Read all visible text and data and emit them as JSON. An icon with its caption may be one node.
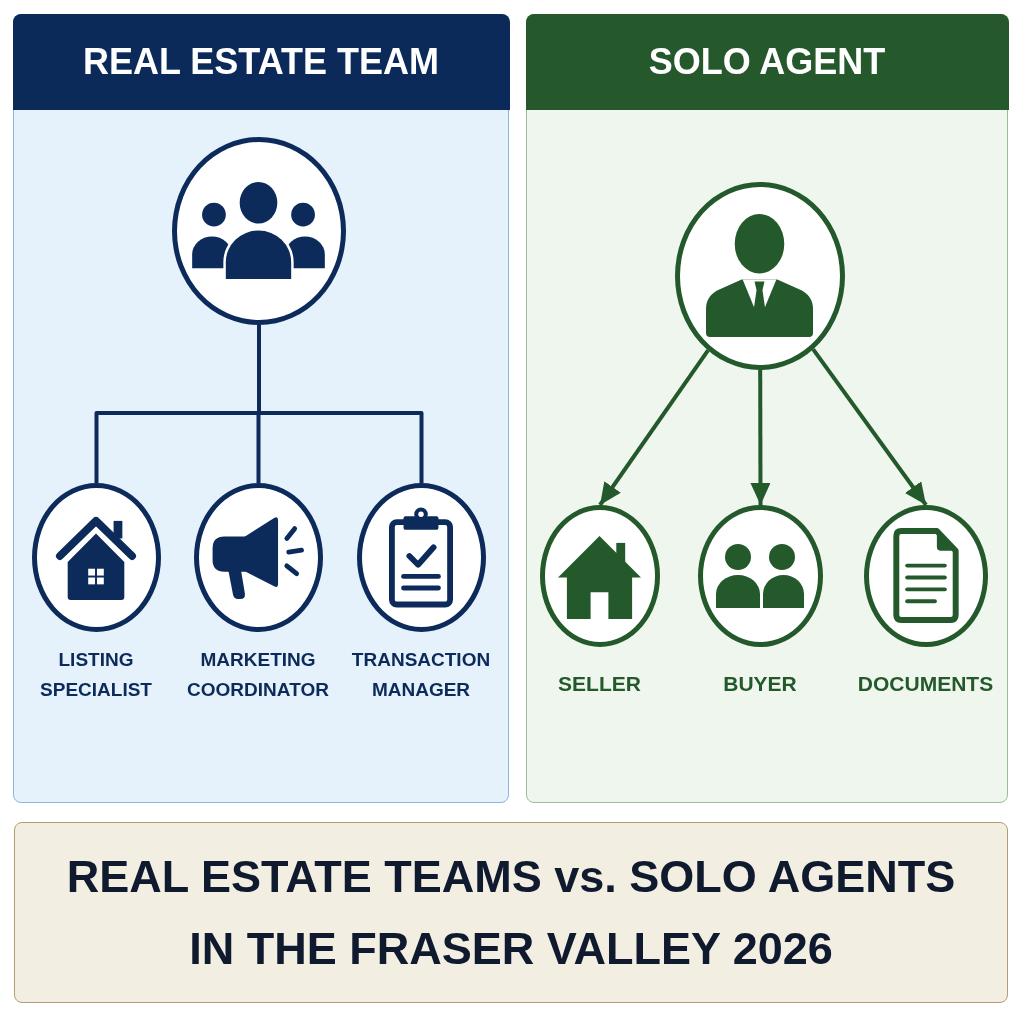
{
  "diagram": {
    "title": "REAL ESTATE TEAMS vs. SOLO AGENTS IN THE FRASER VALLEY 2026",
    "nodes": [
      {
        "text": [
          "REAL ESTATE TEAM"
        ]
      },
      {
        "text": [],
        "shape": "circle",
        "in": 0
      },
      {
        "text": [],
        "shape": "circle",
        "in": 0,
        "beside": [
          "LISTING SPECIALIST"
        ]
      },
      {
        "text": [],
        "shape": "circle",
        "in": 0,
        "beside": [
          "MARKETING COORDINATOR"
        ]
      },
      {
        "text": [],
        "shape": "circle",
        "in": 0,
        "beside": [
          "TRANSACTION MANAGER"
        ]
      },
      {
        "text": [
          "SOLO AGENT"
        ]
      },
      {
        "text": [],
        "shape": "circle",
        "in": 5
      },
      {
        "text": [],
        "shape": "circle",
        "in": 5,
        "beside": [
          "SELLER"
        ]
      },
      {
        "text": [],
        "shape": "circle",
        "in": 5,
        "beside": [
          "BUYER"
        ]
      },
      {
        "text": [],
        "shape": "circle",
        "in": 5,
        "beside": [
          "DOCUMENTS"
        ]
      }
    ],
    "edges": [
      {
        "from": 1,
        "to": 2,
        "arrow": "none"
      },
      {
        "from": 1,
        "to": 3,
        "arrow": "none"
      },
      {
        "from": 1,
        "to": 4,
        "arrow": "none"
      },
      {
        "from": 6,
        "to": 7,
        "arrow": "to"
      },
      {
        "from": 6,
        "to": 8,
        "arrow": "to"
      },
      {
        "from": 6,
        "to": 9,
        "arrow": "to"
      }
    ]
  }
}
